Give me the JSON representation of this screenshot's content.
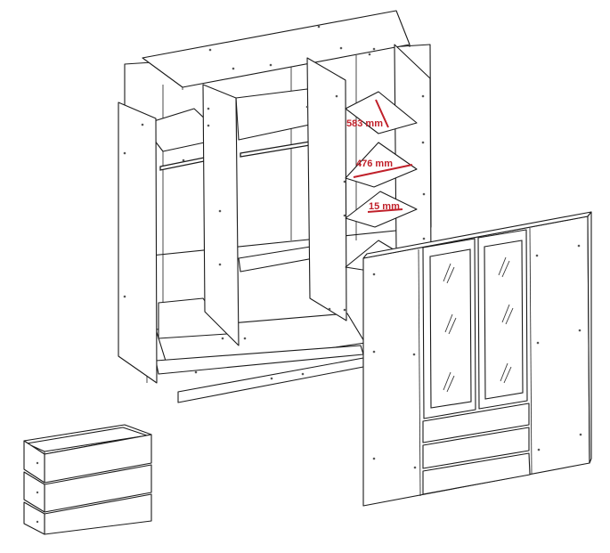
{
  "dimensions": {
    "color": "#c0202a",
    "depth": {
      "text": "583 mm"
    },
    "width": {
      "text": "476 mm"
    },
    "thickness": {
      "text": "15 mm"
    }
  }
}
